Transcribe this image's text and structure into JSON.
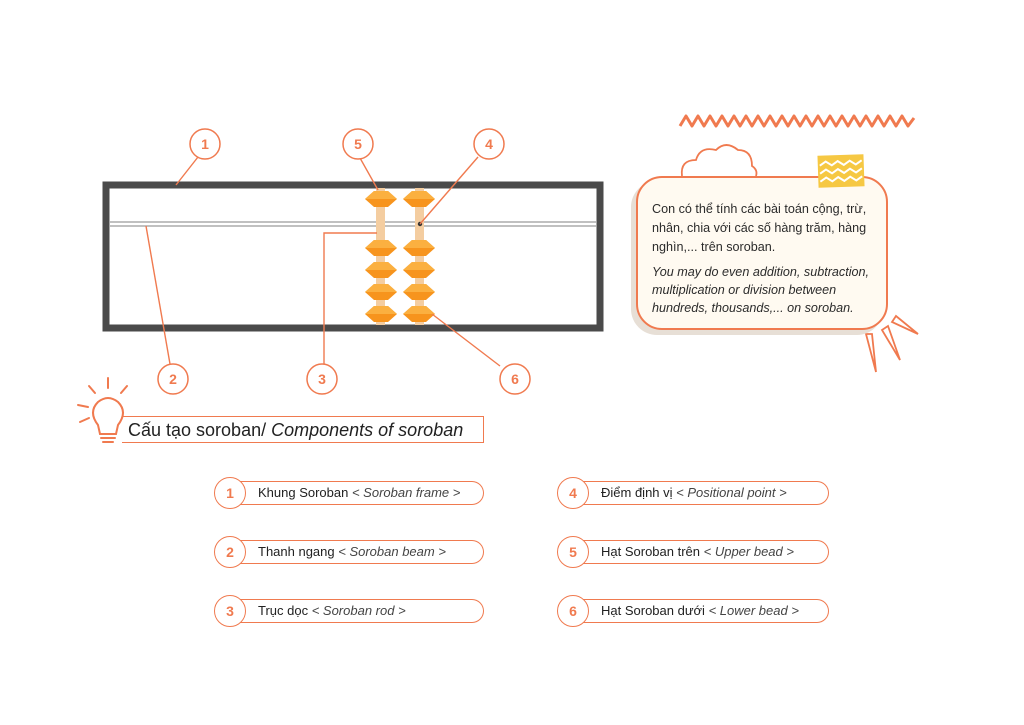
{
  "diagram": {
    "markers": [
      "1",
      "2",
      "3",
      "4",
      "5",
      "6"
    ]
  },
  "callout": {
    "vi": "Con có thể tính các bài toán cộng, trừ, nhân, chia với các số hàng trăm, hàng nghìn,... trên soroban.",
    "en": "You may do even addition, subtraction, multiplication or division between hundreds, thousands,... on soroban."
  },
  "section": {
    "title_vi": "Cấu tạo soroban/ ",
    "title_en": "Components of soroban"
  },
  "components": [
    {
      "num": "1",
      "vi": "Khung Soroban ",
      "en": "< Soroban frame >"
    },
    {
      "num": "2",
      "vi": "Thanh ngang ",
      "en": "< Soroban beam >"
    },
    {
      "num": "3",
      "vi": "Trục dọc ",
      "en": "< Soroban rod >"
    },
    {
      "num": "4",
      "vi": "Điểm định vị ",
      "en": "< Positional point >"
    },
    {
      "num": "5",
      "vi": "Hạt Soroban trên ",
      "en": "< Upper bead >"
    },
    {
      "num": "6",
      "vi": "Hạt Soroban dưới ",
      "en": "< Lower bead >"
    }
  ],
  "colors": {
    "accent": "#f07a4f",
    "bead": "#f7941d",
    "frame": "#4a4a4a",
    "tape": "#f6c843",
    "callout_bg": "#fffaf1"
  },
  "icons": [
    "lightbulb-icon",
    "zigzag-decoration",
    "cloud-decoration",
    "burst-decoration"
  ]
}
